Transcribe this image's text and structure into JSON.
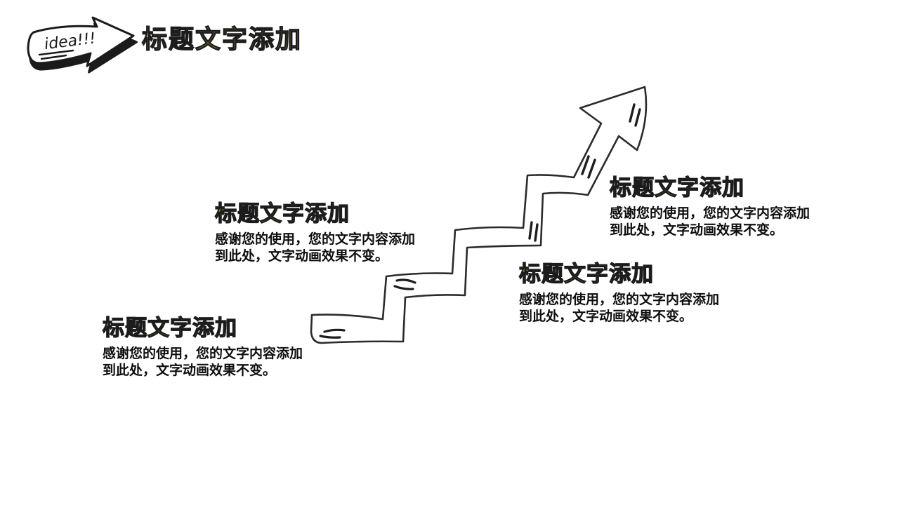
{
  "slide": {
    "background_color": "#ffffff",
    "ink_color": "#2b2b2b",
    "gold_color": "#b09c2e"
  },
  "header": {
    "badge_label": "idea!!!",
    "title": "标题文字添加"
  },
  "diagram": {
    "icon": "staircase-arrow-sketch",
    "direction": "ascending-left-to-right"
  },
  "steps": [
    {
      "title": "标题文字添加",
      "body_lines": [
        "感谢您的使用，您的文字内容添加",
        "到此处，文字动画效果不变。"
      ]
    },
    {
      "title": "标题文字添加",
      "body_lines": [
        "感谢您的使用，您的文字内容添加",
        "到此处，文字动画效果不变。"
      ]
    },
    {
      "title": "标题文字添加",
      "body_lines": [
        "感谢您的使用，您的文字内容添加",
        "到此处，文字动画效果不变。"
      ]
    },
    {
      "title": "标题文字添加",
      "body_lines": [
        "感谢您的使用，您的文字内容添加",
        "到此处，文字动画效果不变。"
      ]
    }
  ]
}
